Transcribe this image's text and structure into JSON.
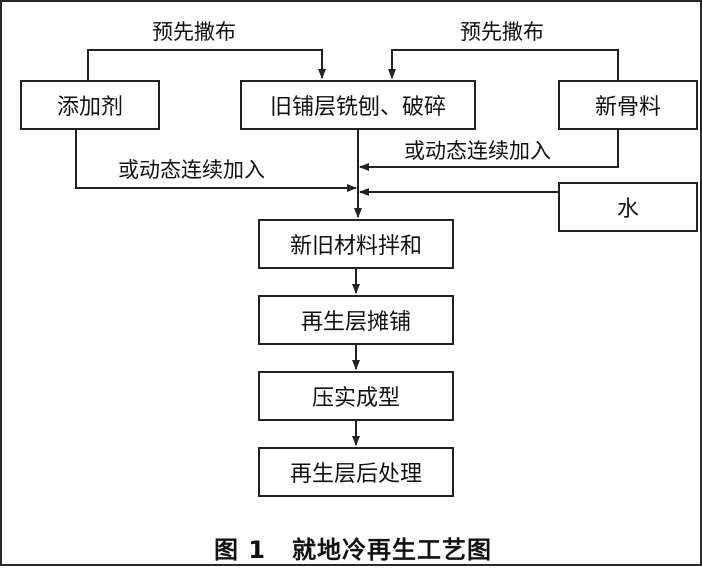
{
  "diagram": {
    "boxes": {
      "additive": "添加剂",
      "mill_crush": "旧铺层铣刨、破碎",
      "new_aggregate": "新骨料",
      "water": "水",
      "mixing": "新旧材料拌和",
      "spreading": "再生层摊铺",
      "compaction": "压实成型",
      "curing": "再生层后处理"
    },
    "labels": {
      "prespread_left": "预先撒布",
      "prespread_right": "预先撒布",
      "dynamic_right": "或动态连续加入",
      "dynamic_left": "或动态连续加入"
    }
  },
  "caption": {
    "number": "图 1",
    "title": "就地冷再生工艺图"
  }
}
